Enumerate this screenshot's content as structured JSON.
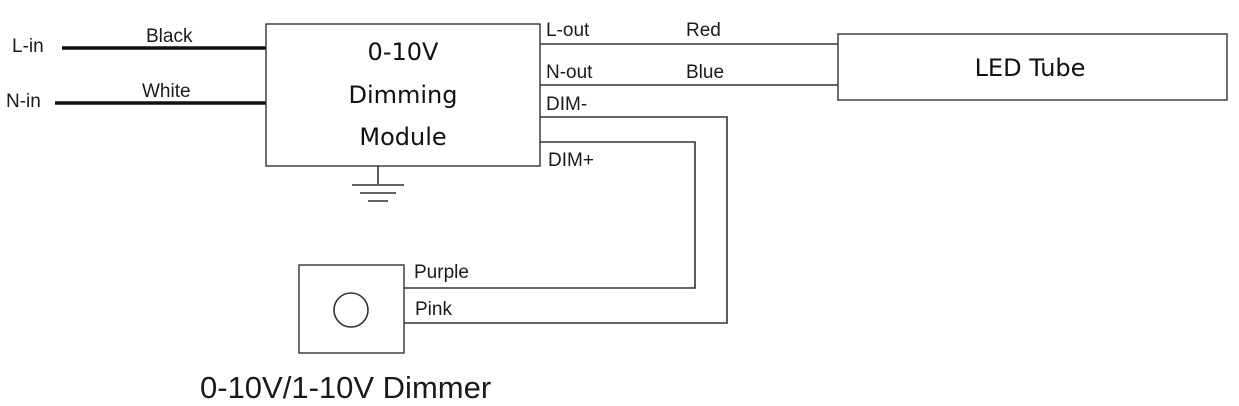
{
  "labels": {
    "l_in": "L-in",
    "n_in": "N-in",
    "black": "Black",
    "white": "White",
    "l_out": "L-out",
    "n_out": "N-out",
    "dim_minus": "DIM-",
    "dim_plus": "DIM+",
    "red": "Red",
    "blue": "Blue",
    "purple": "Purple",
    "pink": "Pink"
  },
  "module": {
    "line1": "0-10V",
    "line2": "Dimming",
    "line3": "Module"
  },
  "led_tube": {
    "label": "LED Tube"
  },
  "dimmer": {
    "caption": "0-10V/1-10V Dimmer"
  }
}
